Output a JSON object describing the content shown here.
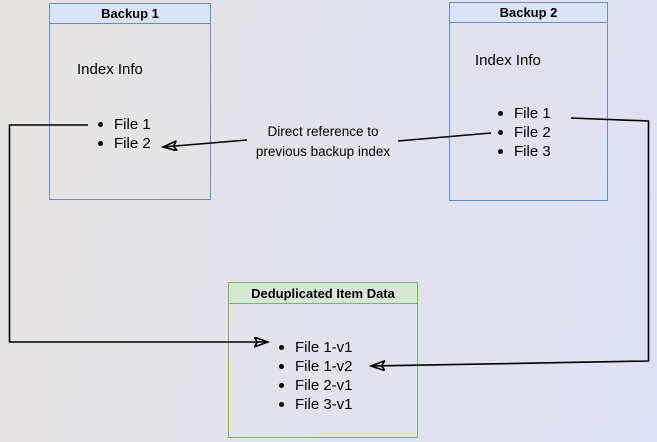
{
  "diagram": {
    "backup1": {
      "title": "Backup 1",
      "section_label": "Index Info",
      "items": [
        "File 1",
        "File 2"
      ]
    },
    "backup2": {
      "title": "Backup 2",
      "section_label": "Index Info",
      "items": [
        "File 1",
        "File 2",
        "File 3"
      ]
    },
    "dedup_store": {
      "title": "Deduplicated Item Data",
      "items": [
        "File 1-v1",
        "File 1-v2",
        "File 2-v1",
        "File 3-v1"
      ]
    },
    "annotation": {
      "line1": "Direct reference to",
      "line2": "previous backup index"
    },
    "colors": {
      "backup_header_fill": "#d8e5f8",
      "backup_border": "#6c8ebf",
      "dedup_header_fill": "#d5e8d4",
      "dedup_border": "#82b366",
      "arrow": "#000000",
      "canvas_bg_left": "#e7e4e1",
      "canvas_bg_right": "#dee1f5"
    }
  }
}
